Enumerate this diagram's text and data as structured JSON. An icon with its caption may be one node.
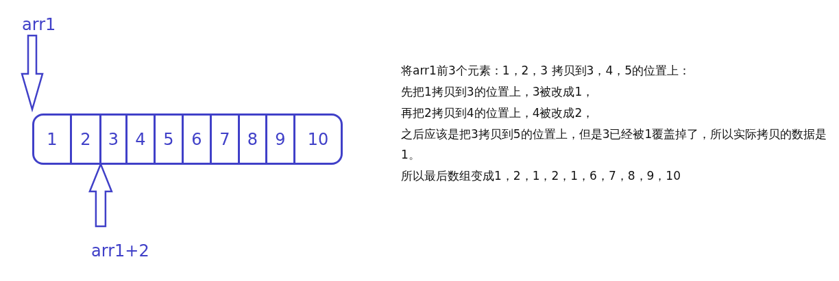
{
  "diagram": {
    "nodes": [
      {
        "text": [
          "arr1"
        ]
      },
      {
        "text": [],
        "shape": "box"
      },
      {
        "text": [
          "1"
        ],
        "in": 1
      },
      {
        "text": [
          "2"
        ],
        "in": 1
      },
      {
        "text": [
          "3"
        ],
        "in": 1
      },
      {
        "text": [
          "4"
        ],
        "in": 1
      },
      {
        "text": [
          "5"
        ],
        "in": 1
      },
      {
        "text": [
          "6"
        ],
        "in": 1
      },
      {
        "text": [
          "7"
        ],
        "in": 1
      },
      {
        "text": [
          "8"
        ],
        "in": 1
      },
      {
        "text": [
          "9"
        ],
        "in": 1
      },
      {
        "text": [
          "10"
        ],
        "in": 1
      },
      {
        "text": [
          "arr1+2"
        ]
      }
    ],
    "edges": [
      {
        "from": 0,
        "to": 1,
        "arrow": "to"
      },
      {
        "from": 12,
        "to": 4,
        "arrow": "to"
      }
    ],
    "labels": [
      "将arr1前3个元素：1，2，3 拷贝到3，4，5的位置上：",
      "先把1拷贝到3的位置上，3被改成1，",
      "再把2拷贝到4的位置上，4被改成2，",
      "之后应该是把3拷贝到5的位置上，但是3已经被1覆盖掉了，所以实际拷贝的数据是1。",
      "所以最后数组变成1，2，1，2，1，6，7，8，9，10"
    ]
  }
}
